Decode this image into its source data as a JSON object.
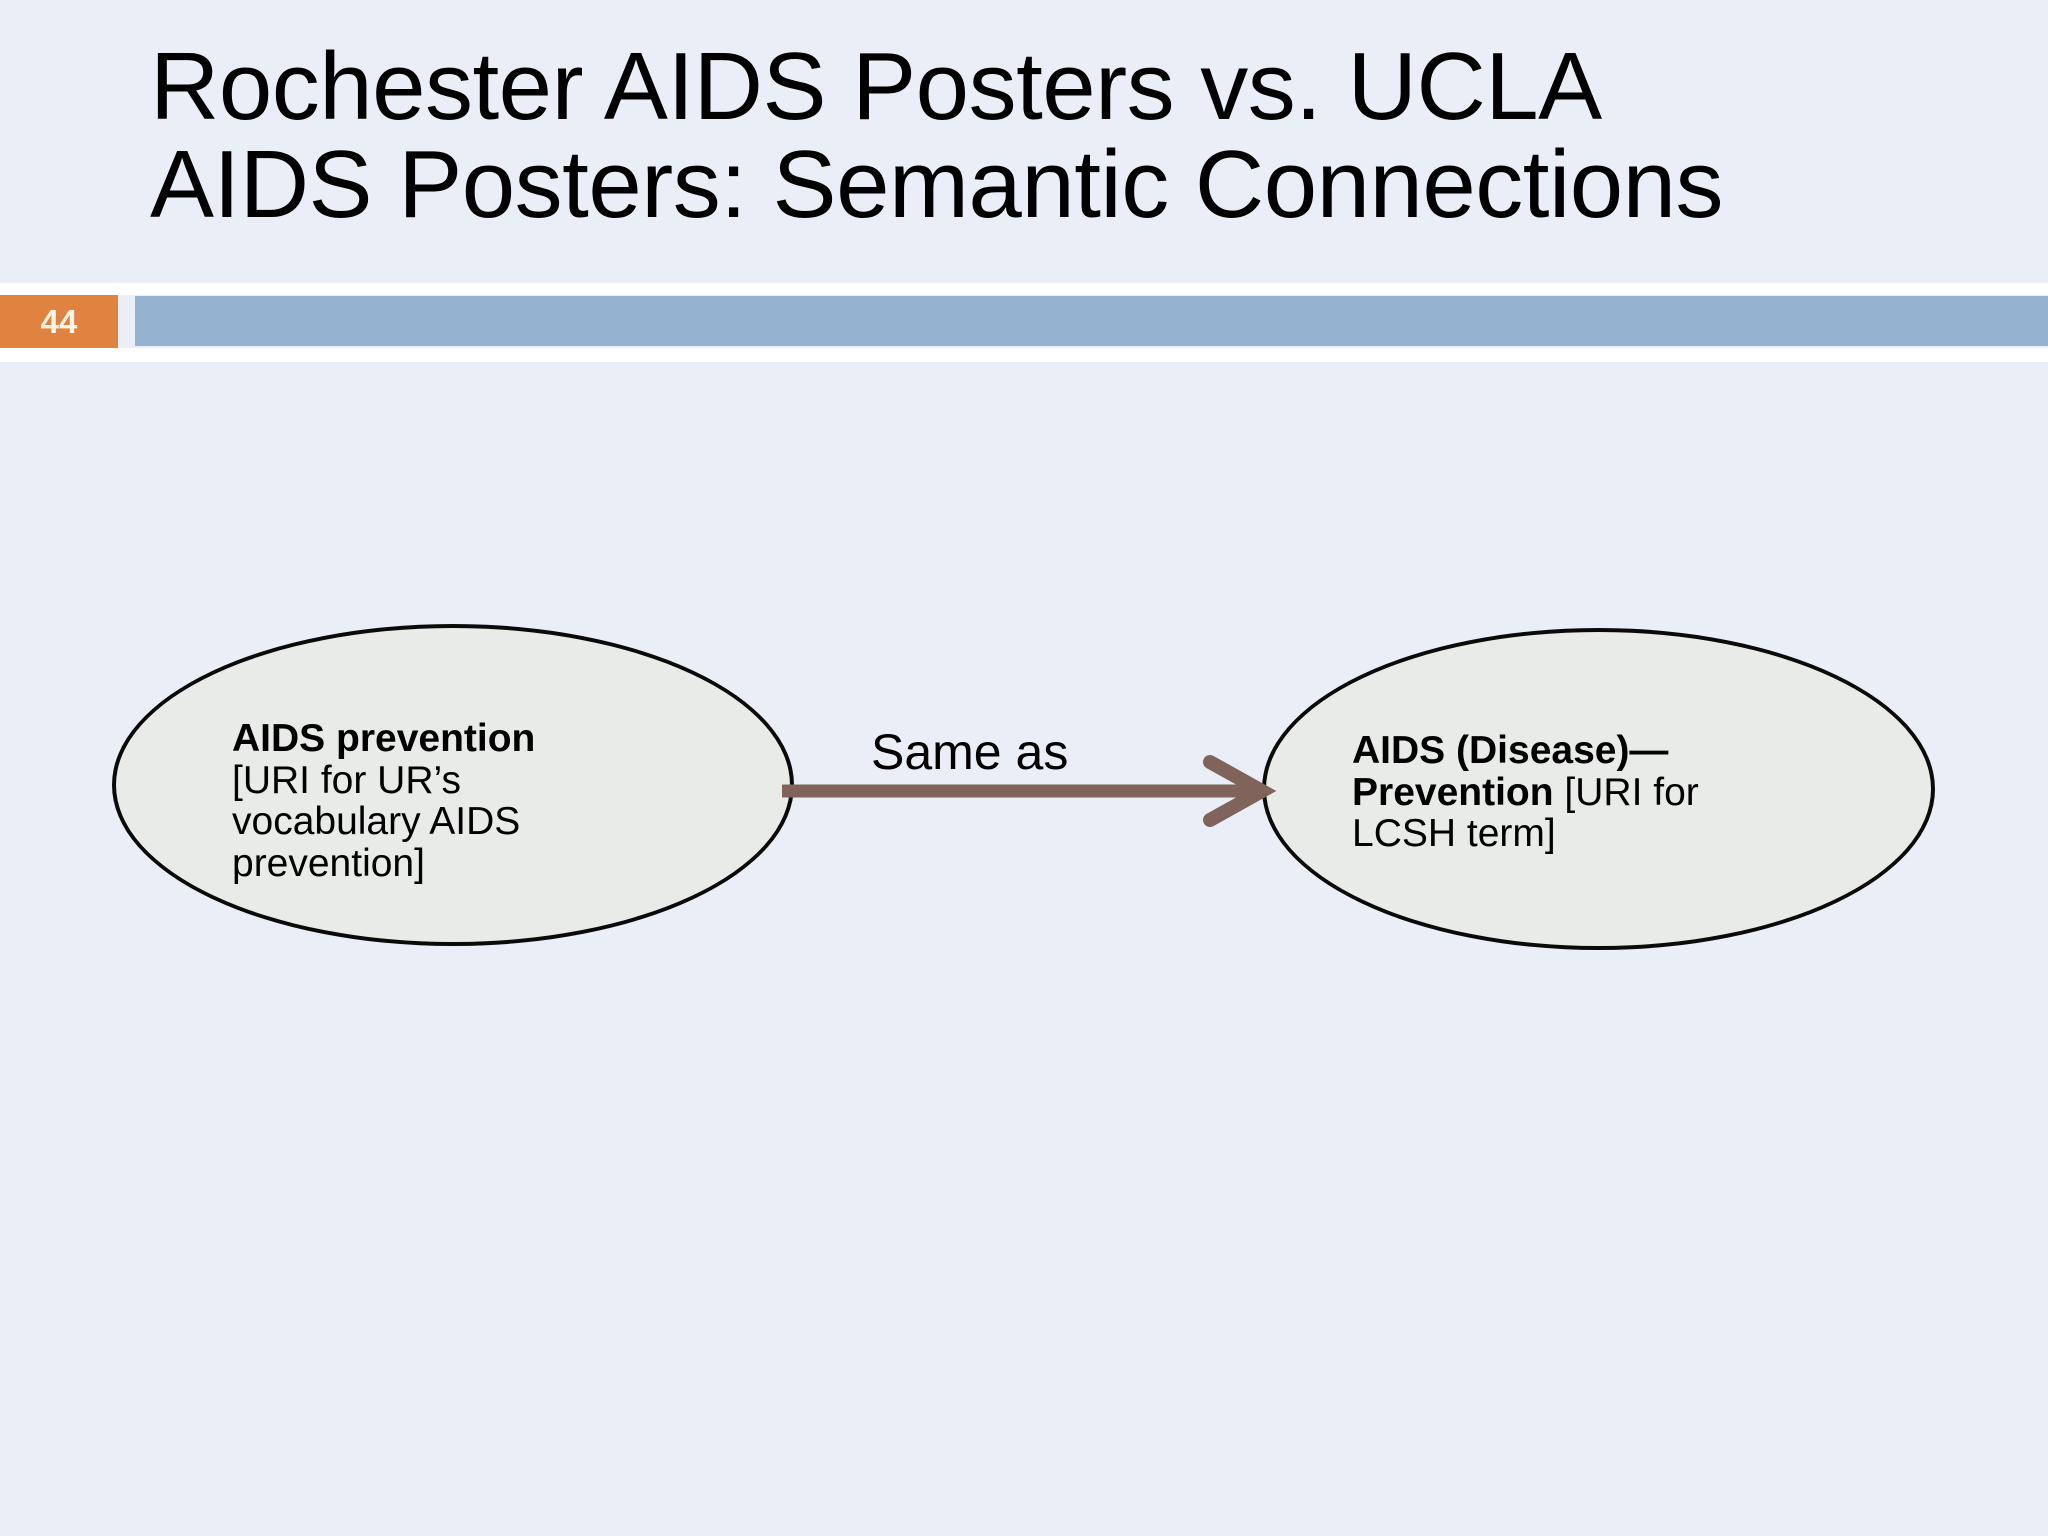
{
  "slide": {
    "number": "44",
    "title": "Rochester AIDS Posters vs. UCLA\nAIDS Posters:  Semantic Connections",
    "background_color": "#eaeef7",
    "accent_bar_color": "#93b3d1",
    "badge_color": "#e08341"
  },
  "diagram": {
    "type": "semantic-link",
    "edge": {
      "label": "Same as",
      "color": "#80645c",
      "direction": "left-to-right",
      "arrowhead": "open-v"
    },
    "nodes": [
      {
        "id": "node-left",
        "shape": "ellipse",
        "fill": "#e9ebe9",
        "stroke": "#0a0a0a",
        "term_bold": "AIDS prevention",
        "term_detail": "[URI for UR’s vocabulary AIDS prevention]"
      },
      {
        "id": "node-right",
        "shape": "ellipse",
        "fill": "#e9ebe9",
        "stroke": "#0a0a0a",
        "term_bold": "AIDS (Disease)—Prevention",
        "term_detail": "[URI for LCSH term]"
      }
    ]
  }
}
